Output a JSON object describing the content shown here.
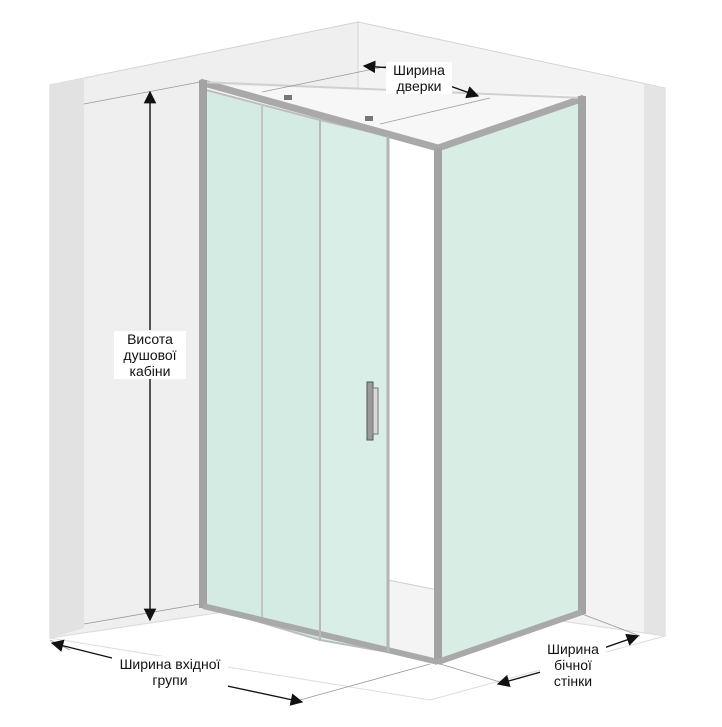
{
  "labels": {
    "door_width": [
      "Ширина",
      "дверки"
    ],
    "cabin_height": [
      "Висота",
      "душової",
      "кабіни"
    ],
    "entrance_width": [
      "Ширина вхідної",
      "групи"
    ],
    "side_width": [
      "Ширина",
      "бічної",
      "стінки"
    ]
  },
  "colors": {
    "wall": "#eeeeee",
    "wall_edge": "#d6d6d6",
    "frame": "#c9c9c9",
    "frame_dark": "#8f8f8f",
    "glass_front": "#d5ece4",
    "glass_side": "#d9efe6",
    "line": "#111111"
  },
  "icons": [
    "arrow-icon",
    "door-handle-icon"
  ]
}
